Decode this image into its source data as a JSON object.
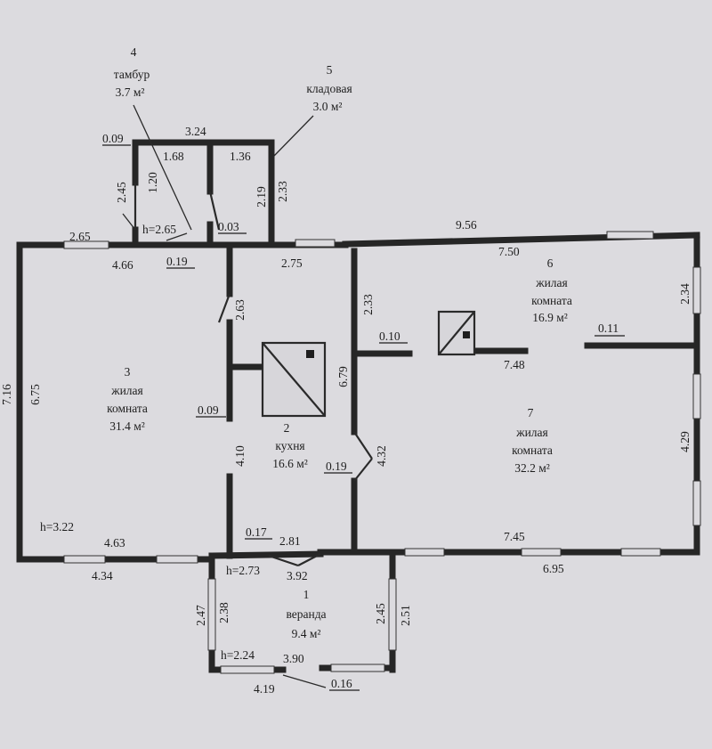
{
  "rooms": [
    {
      "number": "1",
      "name": "веранда",
      "area": "9.4 м²"
    },
    {
      "number": "2",
      "name": "кухня",
      "area": "16.6 м²"
    },
    {
      "number": "3",
      "name": "жилая",
      "name2": "комната",
      "area": "31.4 м²"
    },
    {
      "number": "4",
      "name": "тамбур",
      "area": "3.7 м²"
    },
    {
      "number": "5",
      "name": "кладовая",
      "area": "3.0 м²"
    },
    {
      "number": "6",
      "name": "жилая",
      "name2": "комната",
      "area": "16.9 м²"
    },
    {
      "number": "7",
      "name": "жилая",
      "name2": "комната",
      "area": "32.2 м²"
    }
  ],
  "heights": {
    "room3": "h=3.22",
    "tambur": "h=2.65",
    "veranda_entry": "h=2.73",
    "veranda": "h=2.24"
  },
  "dimensions": {
    "d009_top": "0.09",
    "d324": "3.24",
    "d168": "1.68",
    "d136": "1.36",
    "d245_left": "2.45",
    "d120": "1.20",
    "d219": "2.19",
    "d233_top": "2.33",
    "d003": "0.03",
    "d265": "2.65",
    "d466": "4.66",
    "d019_top": "0.19",
    "d275": "2.75",
    "d956": "9.56",
    "d750": "7.50",
    "d234": "2.34",
    "d716": "7.16",
    "d675": "6.75",
    "d263": "2.63",
    "d233_mid": "2.33",
    "d679": "6.79",
    "d010": "0.10",
    "d011": "0.11",
    "d748": "7.48",
    "d009_mid": "0.09",
    "d410": "4.10",
    "d432": "4.32",
    "d019_mid": "0.19",
    "d429": "4.29",
    "d463": "4.63",
    "d434": "4.34",
    "d017": "0.17",
    "d281": "2.81",
    "d392": "3.92",
    "d745": "7.45",
    "d695": "6.95",
    "d247": "2.47",
    "d238": "2.38",
    "d245_ver": "2.45",
    "d251": "2.51",
    "d390": "3.90",
    "d419": "4.19",
    "d016": "0.16"
  }
}
